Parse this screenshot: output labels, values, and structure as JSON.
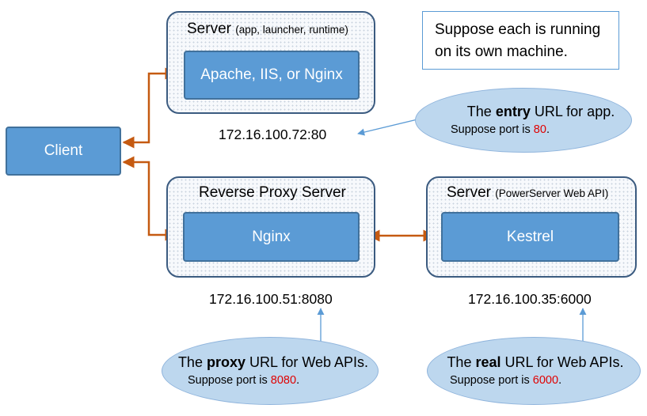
{
  "client": {
    "label": "Client"
  },
  "server_top": {
    "title": "Server",
    "title_note": "(app, launcher, runtime)",
    "inner_label": "Apache, IIS, or Nginx",
    "address": "172.16.100.72:80"
  },
  "proxy_server": {
    "title": "Reverse Proxy Server",
    "inner_label": "Nginx",
    "address": "172.16.100.51:8080"
  },
  "api_server": {
    "title": "Server",
    "title_note": "(PowerServer Web API)",
    "inner_label": "Kestrel",
    "address": "172.16.100.35:6000"
  },
  "note": {
    "line1": "Suppose each is running",
    "line2": "on its own machine."
  },
  "bubble_entry": {
    "pre": "The ",
    "bold": "entry",
    "post": " URL for app.",
    "sub_pre": "Suppose port is ",
    "port": "80",
    "sub_post": "."
  },
  "bubble_proxy": {
    "pre": "The ",
    "bold": "proxy",
    "post": " URL for Web APIs.",
    "sub_pre": "Suppose port is ",
    "port": "8080",
    "sub_post": "."
  },
  "bubble_real": {
    "pre": "The ",
    "bold": "real",
    "post": " URL for Web APIs.",
    "sub_pre": "Suppose port is ",
    "port": "6000",
    "sub_post": "."
  },
  "colors": {
    "box_fill": "#5b9bd5",
    "box_border": "#41719c",
    "frame_border": "#3b5b80",
    "connector": "#c55a11",
    "pointer": "#5b9bd5",
    "bubble_fill": "#bdd7ee",
    "port_highlight": "#e00000"
  }
}
